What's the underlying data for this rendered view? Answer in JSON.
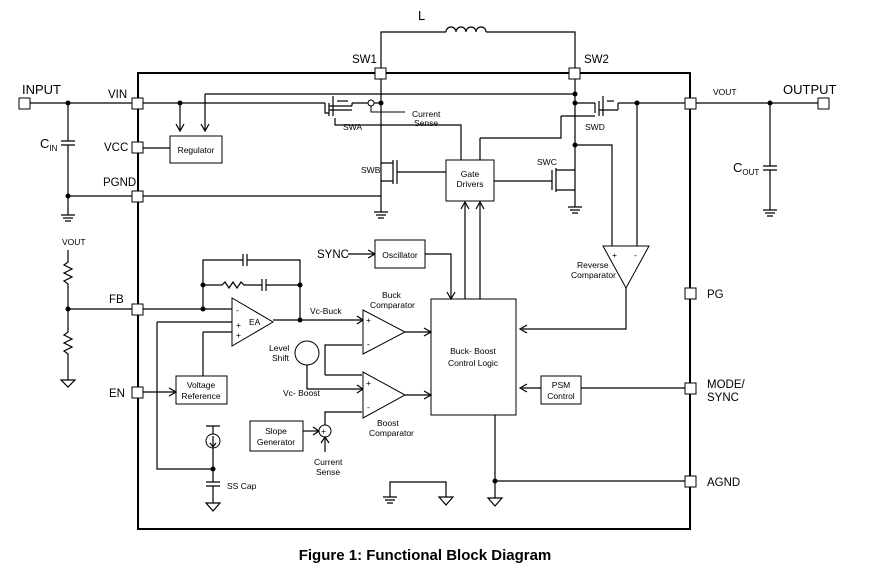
{
  "caption": "Figure 1: Functional Block Diagram",
  "external": {
    "input": "INPUT",
    "output": "OUTPUT",
    "inductor": "L",
    "cin": "C",
    "cin_sub": "IN",
    "cout": "C",
    "cout_sub": "OUT",
    "vout_divider": "VOUT"
  },
  "pins": {
    "vin": "VIN",
    "vcc": "VCC",
    "pgnd": "PGND",
    "fb": "FB",
    "en": "EN",
    "sw1": "SW1",
    "sw2": "SW2",
    "vout": "VOUT",
    "pg": "PG",
    "mode_line1": "MODE/",
    "mode_line2": "SYNC",
    "agnd": "AGND"
  },
  "switches": {
    "swa": "SWA",
    "swb": "SWB",
    "swc": "SWC",
    "swd": "SWD",
    "current_sense_line1": "Current",
    "current_sense_line2": "Sense"
  },
  "blocks": {
    "regulator": "Regulator",
    "gate_line1": "Gate",
    "gate_line2": "Drivers",
    "sync": "SYNC",
    "oscillator": "Oscillator",
    "reverse_line1": "Reverse",
    "reverse_line2": "Comparator",
    "ea": "EA",
    "vc_buck": "Vc-Buck",
    "vc_boost": "Vc- Boost",
    "buck_line1": "Buck",
    "buck_line2": "Comparator",
    "boost_line1": "Boost",
    "boost_line2": "Comparator",
    "level_line1": "Level",
    "level_line2": "Shift",
    "logic_line1": "Buck- Boost",
    "logic_line2": "Control Logic",
    "vref_line1": "Voltage",
    "vref_line2": "Reference",
    "psm_line1": "PSM",
    "psm_line2": "Control",
    "slope_line1": "Slope",
    "slope_line2": "Generator",
    "cs_line1": "Current",
    "cs_line2": "Sense",
    "sscap": "SS Cap"
  }
}
